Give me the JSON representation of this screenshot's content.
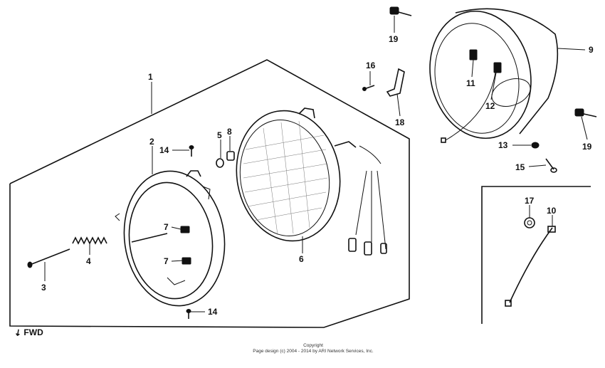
{
  "callouts": [
    {
      "id": "c1",
      "label": "1"
    },
    {
      "id": "c2",
      "label": "2"
    },
    {
      "id": "c3",
      "label": "3"
    },
    {
      "id": "c4",
      "label": "4"
    },
    {
      "id": "c5",
      "label": "5"
    },
    {
      "id": "c6",
      "label": "6"
    },
    {
      "id": "c7a",
      "label": "7"
    },
    {
      "id": "c7b",
      "label": "7"
    },
    {
      "id": "c8",
      "label": "8"
    },
    {
      "id": "c9",
      "label": "9"
    },
    {
      "id": "c10",
      "label": "10"
    },
    {
      "id": "c11",
      "label": "11"
    },
    {
      "id": "c12",
      "label": "12"
    },
    {
      "id": "c13",
      "label": "13"
    },
    {
      "id": "c14a",
      "label": "14"
    },
    {
      "id": "c14b",
      "label": "14"
    },
    {
      "id": "c15",
      "label": "15"
    },
    {
      "id": "c16",
      "label": "16"
    },
    {
      "id": "c17",
      "label": "17"
    },
    {
      "id": "c18",
      "label": "18"
    },
    {
      "id": "c19a",
      "label": "19"
    },
    {
      "id": "c19b",
      "label": "19"
    }
  ],
  "direction_marker": {
    "label": "FWD",
    "icon": "fwd-arrow-icon"
  },
  "copyright": {
    "line1": "Copyright",
    "line2": "Page design (c) 2004 - 2014 by ARI Network Services, Inc."
  }
}
